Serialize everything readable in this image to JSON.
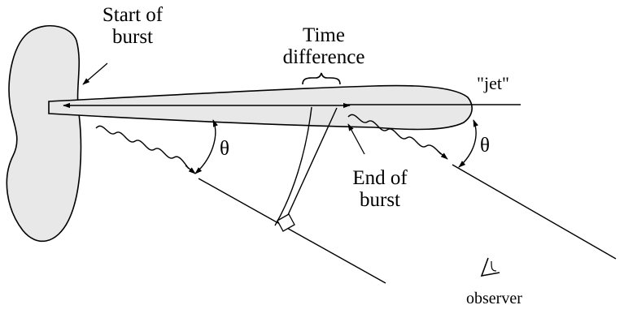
{
  "labels": {
    "start_of_burst": [
      "Start of",
      "burst"
    ],
    "time_difference": [
      "Time",
      "difference"
    ],
    "jet": "\"jet\"",
    "end_of_burst": [
      "End of",
      "burst"
    ],
    "theta_left": "θ",
    "theta_right": "θ",
    "observer": "observer"
  },
  "colors": {
    "ink": "#000000",
    "fill": "#e8e8e8",
    "background": "#ffffff"
  },
  "icons": {
    "observer": "eye-icon"
  }
}
